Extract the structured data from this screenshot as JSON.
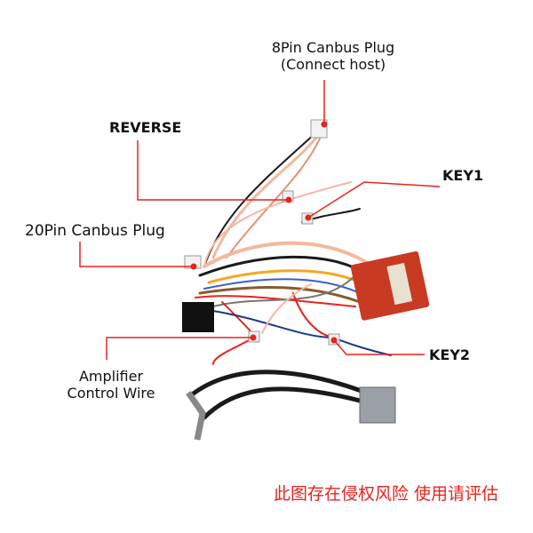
{
  "labels": {
    "plug8_line1": "8Pin Canbus Plug",
    "plug8_line2": "(Connect host)",
    "reverse": "REVERSE",
    "key1": "KEY1",
    "plug20": "20Pin Canbus Plug",
    "amp_line1": "Amplifier",
    "amp_line2": "Control Wire",
    "key2": "KEY2"
  },
  "warning": "此图存在侵权风险  使用请评估",
  "colors": {
    "leader": "#e8231c",
    "module": "#c83a22",
    "wire_black": "#1a1a1a"
  }
}
